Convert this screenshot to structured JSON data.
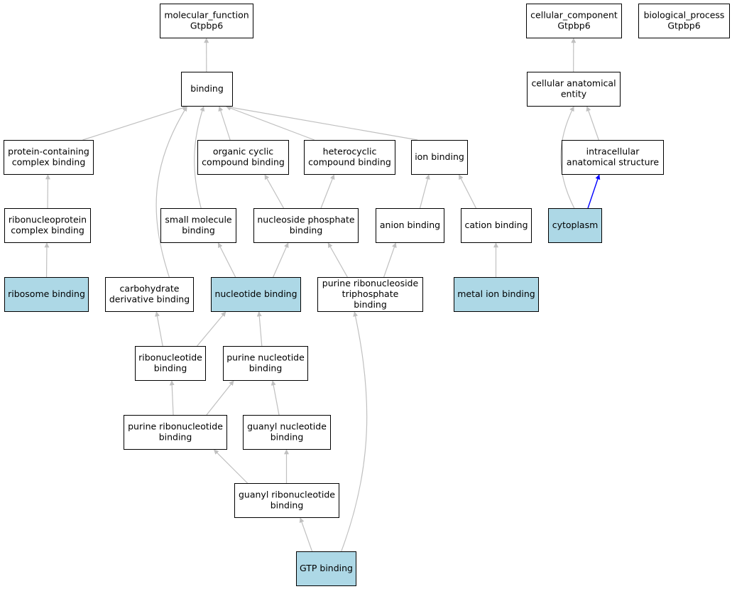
{
  "colors": {
    "highlight_fill": "#add8e6",
    "default_fill": "#ffffff",
    "edge": "#c0c0c0",
    "edge_highlight": "#0000ff"
  },
  "nodes": [
    {
      "id": "molecular_function",
      "lines": [
        "molecular_function",
        "Gtpbp6"
      ],
      "highlight": false
    },
    {
      "id": "cellular_component",
      "lines": [
        "cellular_component",
        "Gtpbp6"
      ],
      "highlight": false
    },
    {
      "id": "biological_process",
      "lines": [
        "biological_process",
        "Gtpbp6"
      ],
      "highlight": false
    },
    {
      "id": "binding",
      "lines": [
        "binding"
      ],
      "highlight": false
    },
    {
      "id": "cellular_anatomical_entity",
      "lines": [
        "cellular anatomical",
        "entity"
      ],
      "highlight": false
    },
    {
      "id": "protein_containing_complex_binding",
      "lines": [
        "protein-containing",
        "complex binding"
      ],
      "highlight": false
    },
    {
      "id": "organic_cyclic_compound_binding",
      "lines": [
        "organic cyclic",
        "compound binding"
      ],
      "highlight": false
    },
    {
      "id": "heterocyclic_compound_binding",
      "lines": [
        "heterocyclic",
        "compound binding"
      ],
      "highlight": false
    },
    {
      "id": "ion_binding",
      "lines": [
        "ion binding"
      ],
      "highlight": false
    },
    {
      "id": "intracellular_anatomical_structure",
      "lines": [
        "intracellular",
        "anatomical structure"
      ],
      "highlight": false
    },
    {
      "id": "ribonucleoprotein_complex_binding",
      "lines": [
        "ribonucleoprotein",
        "complex binding"
      ],
      "highlight": false
    },
    {
      "id": "small_molecule_binding",
      "lines": [
        "small molecule",
        "binding"
      ],
      "highlight": false
    },
    {
      "id": "nucleoside_phosphate_binding",
      "lines": [
        "nucleoside phosphate",
        "binding"
      ],
      "highlight": false
    },
    {
      "id": "anion_binding",
      "lines": [
        "anion binding"
      ],
      "highlight": false
    },
    {
      "id": "cation_binding",
      "lines": [
        "cation binding"
      ],
      "highlight": false
    },
    {
      "id": "cytoplasm",
      "lines": [
        "cytoplasm"
      ],
      "highlight": true
    },
    {
      "id": "ribosome_binding",
      "lines": [
        "ribosome binding"
      ],
      "highlight": true
    },
    {
      "id": "carbohydrate_derivative_binding",
      "lines": [
        "carbohydrate",
        "derivative binding"
      ],
      "highlight": false
    },
    {
      "id": "nucleotide_binding",
      "lines": [
        "nucleotide binding"
      ],
      "highlight": true
    },
    {
      "id": "purine_ribonucleoside_triphosphate_binding",
      "lines": [
        "purine ribonucleoside",
        "triphosphate",
        "binding"
      ],
      "highlight": false
    },
    {
      "id": "metal_ion_binding",
      "lines": [
        "metal ion binding"
      ],
      "highlight": true
    },
    {
      "id": "ribonucleotide_binding",
      "lines": [
        "ribonucleotide",
        "binding"
      ],
      "highlight": false
    },
    {
      "id": "purine_nucleotide_binding",
      "lines": [
        "purine nucleotide",
        "binding"
      ],
      "highlight": false
    },
    {
      "id": "purine_ribonucleotide_binding",
      "lines": [
        "purine ribonucleotide",
        "binding"
      ],
      "highlight": false
    },
    {
      "id": "guanyl_nucleotide_binding",
      "lines": [
        "guanyl nucleotide",
        "binding"
      ],
      "highlight": false
    },
    {
      "id": "guanyl_ribonucleotide_binding",
      "lines": [
        "guanyl ribonucleotide",
        "binding"
      ],
      "highlight": false
    },
    {
      "id": "gtp_binding",
      "lines": [
        "GTP binding"
      ],
      "highlight": true
    }
  ],
  "edges": [
    {
      "from": "binding",
      "to": "molecular_function"
    },
    {
      "from": "cellular_anatomical_entity",
      "to": "cellular_component"
    },
    {
      "from": "protein_containing_complex_binding",
      "to": "binding"
    },
    {
      "from": "organic_cyclic_compound_binding",
      "to": "binding"
    },
    {
      "from": "heterocyclic_compound_binding",
      "to": "binding"
    },
    {
      "from": "ion_binding",
      "to": "binding"
    },
    {
      "from": "small_molecule_binding",
      "to": "binding"
    },
    {
      "from": "carbohydrate_derivative_binding",
      "to": "binding"
    },
    {
      "from": "intracellular_anatomical_structure",
      "to": "cellular_anatomical_entity"
    },
    {
      "from": "cytoplasm",
      "to": "cellular_anatomical_entity"
    },
    {
      "from": "cytoplasm",
      "to": "intracellular_anatomical_structure",
      "highlight": true
    },
    {
      "from": "ribonucleoprotein_complex_binding",
      "to": "protein_containing_complex_binding"
    },
    {
      "from": "ribosome_binding",
      "to": "ribonucleoprotein_complex_binding"
    },
    {
      "from": "nucleoside_phosphate_binding",
      "to": "organic_cyclic_compound_binding"
    },
    {
      "from": "nucleoside_phosphate_binding",
      "to": "heterocyclic_compound_binding"
    },
    {
      "from": "anion_binding",
      "to": "ion_binding"
    },
    {
      "from": "cation_binding",
      "to": "ion_binding"
    },
    {
      "from": "metal_ion_binding",
      "to": "cation_binding"
    },
    {
      "from": "nucleotide_binding",
      "to": "small_molecule_binding"
    },
    {
      "from": "nucleotide_binding",
      "to": "nucleoside_phosphate_binding"
    },
    {
      "from": "purine_ribonucleoside_triphosphate_binding",
      "to": "nucleoside_phosphate_binding"
    },
    {
      "from": "purine_ribonucleoside_triphosphate_binding",
      "to": "anion_binding"
    },
    {
      "from": "ribonucleotide_binding",
      "to": "carbohydrate_derivative_binding"
    },
    {
      "from": "ribonucleotide_binding",
      "to": "nucleotide_binding"
    },
    {
      "from": "purine_nucleotide_binding",
      "to": "nucleotide_binding"
    },
    {
      "from": "purine_ribonucleotide_binding",
      "to": "ribonucleotide_binding"
    },
    {
      "from": "purine_ribonucleotide_binding",
      "to": "purine_nucleotide_binding"
    },
    {
      "from": "guanyl_nucleotide_binding",
      "to": "purine_nucleotide_binding"
    },
    {
      "from": "guanyl_ribonucleotide_binding",
      "to": "purine_ribonucleotide_binding"
    },
    {
      "from": "guanyl_ribonucleotide_binding",
      "to": "guanyl_nucleotide_binding"
    },
    {
      "from": "gtp_binding",
      "to": "guanyl_ribonucleotide_binding"
    },
    {
      "from": "gtp_binding",
      "to": "purine_ribonucleoside_triphosphate_binding"
    }
  ]
}
